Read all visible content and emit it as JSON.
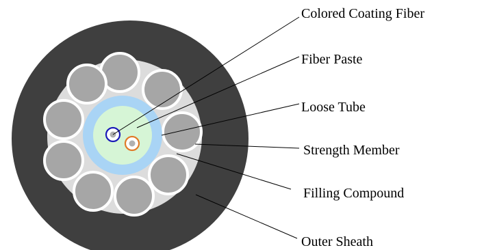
{
  "labels": {
    "colored_coating_fiber": "Colored Coating Fiber",
    "fiber_paste": "Fiber Paste",
    "loose_tube": "Loose Tube",
    "strength_member": "Strength Member",
    "filling_compound": "Filling Compound",
    "outer_sheath": "Outer Sheath"
  },
  "colors": {
    "outer_sheath": "#3f3f3f",
    "filling_compound": "#dcdcdc",
    "strength_member_fill": "#a6a6a6",
    "strength_member_outline": "#ffffff",
    "loose_tube": "#a9d4f5",
    "fiber_paste": "#d6f5d6",
    "fiber_blue_ring": "#1a1ab8",
    "fiber_orange_ring": "#e07a28",
    "fiber_core": "#b0b0b0",
    "leader_line": "#000000"
  }
}
